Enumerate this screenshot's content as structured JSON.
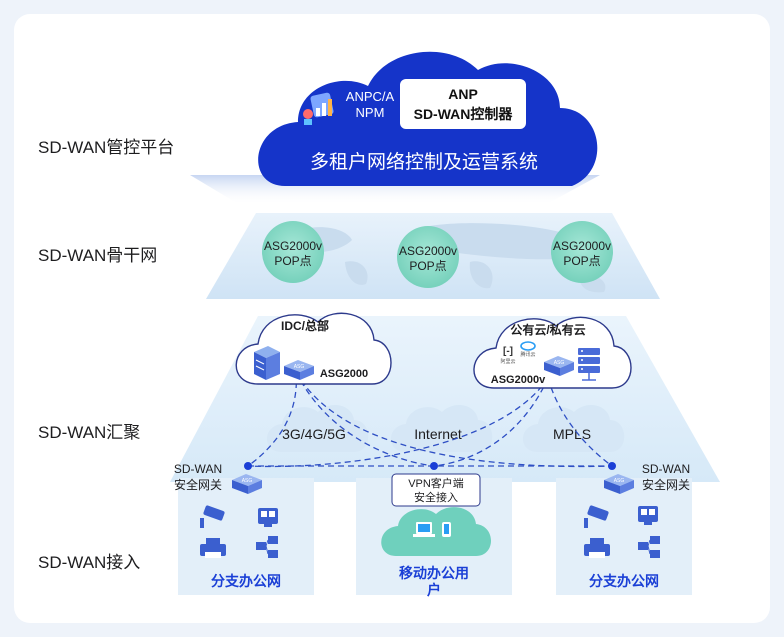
{
  "layers": {
    "platform": "SD-WAN管控平台",
    "backbone": "SD-WAN骨干网",
    "aggregation": "SD-WAN汇聚",
    "access": "SD-WAN接入"
  },
  "platform": {
    "left_line1": "ANPC/A",
    "left_line2": "NPM",
    "box_line1": "ANP",
    "box_line2": "SD-WAN控制器",
    "caption": "多租户网络控制及运营系统"
  },
  "backbone": {
    "pops": [
      {
        "line1": "ASG2000v",
        "line2": "POP点"
      },
      {
        "line1": "ASG2000v",
        "line2": "POP点"
      },
      {
        "line1": "ASG2000v",
        "line2": "POP点"
      }
    ]
  },
  "aggregation": {
    "idc_title": "IDC/总部",
    "idc_device": "ASG2000",
    "cloud_title": "公有云/私有云",
    "cloud_device": "ASG2000v",
    "cloud_logo1": "阿里云",
    "cloud_logo2": "腾讯云",
    "device_tag": "ASG",
    "links": [
      "3G/4G/5G",
      "Internet",
      "MPLS"
    ]
  },
  "access": {
    "left_gateway_line1": "SD-WAN",
    "left_gateway_line2": "安全网关",
    "right_gateway_line1": "SD-WAN",
    "right_gateway_line2": "安全网关",
    "vpn_line1": "VPN客户端",
    "vpn_line2": "安全接入",
    "left_branch": "分支办公网",
    "mobile_line1": "移动办公用",
    "mobile_line2": "户",
    "right_branch": "分支办公网"
  },
  "colors": {
    "brand_blue": "#1a3fd6",
    "dash_blue": "#2e4fc4",
    "pop_green": "#7fd6c2",
    "panel_blue": "#e6f1fb"
  }
}
